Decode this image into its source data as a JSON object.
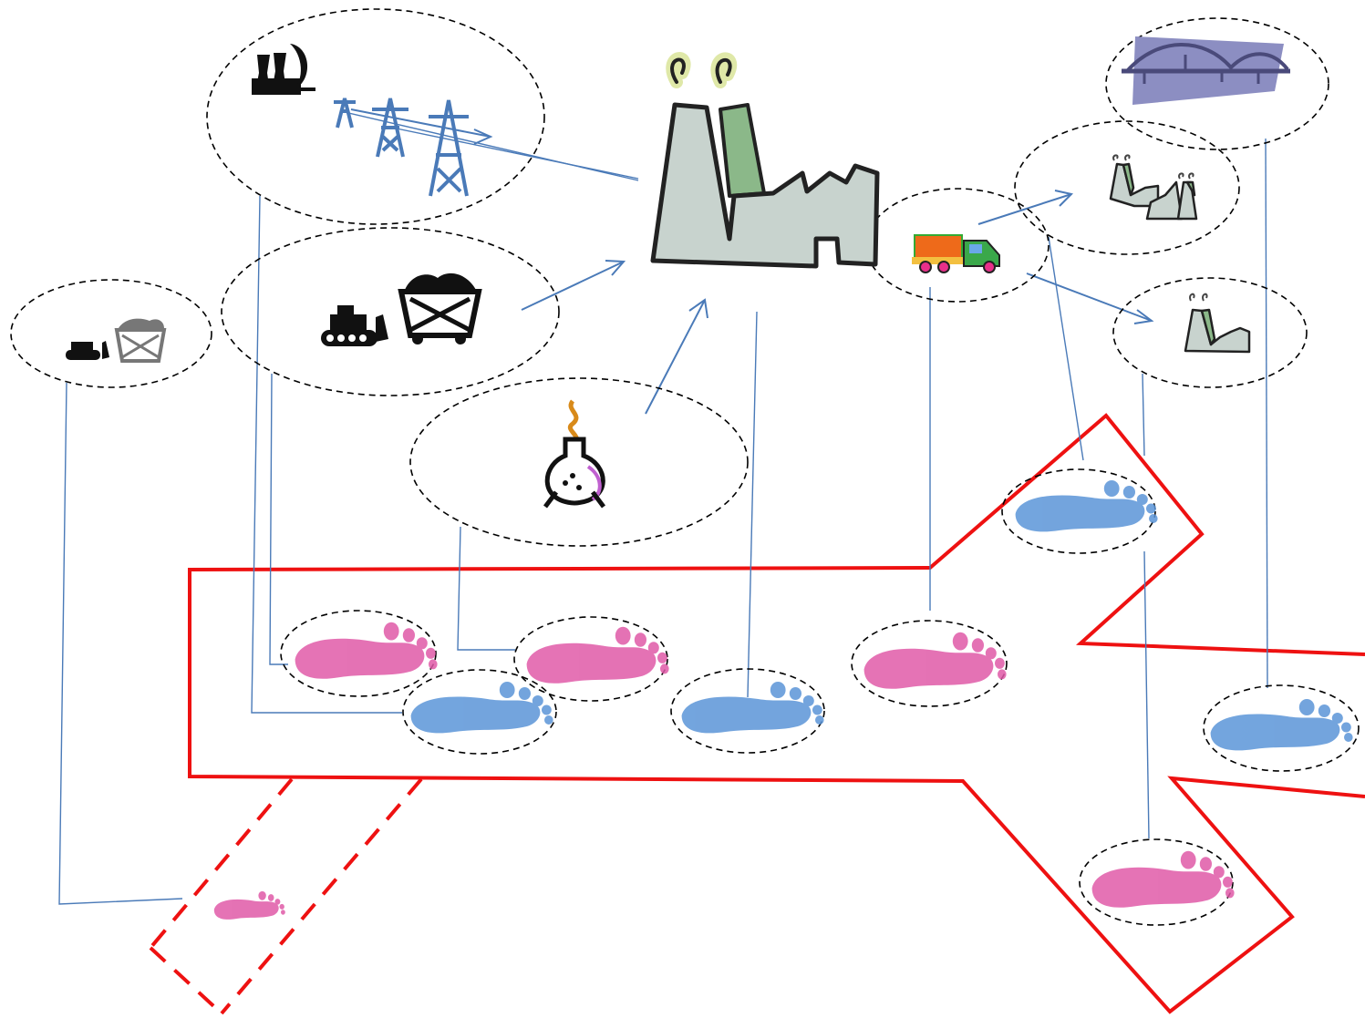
{
  "diagram": {
    "colors": {
      "boundary": "#ee1111",
      "connector": "#4a7ab8",
      "footprint_pink": "#e05aa8",
      "footprint_blue": "#5b95d8",
      "factory_fill": "#c8d3ce",
      "factory_green": "#8bb889",
      "smoke": "#dfe8a8",
      "bridge_bg": "#8c8ec2"
    },
    "nodes": [
      {
        "id": "power-plant",
        "icons": [
          "power-plant-icon",
          "power-pylons-icon"
        ]
      },
      {
        "id": "mining-large",
        "icons": [
          "bulldozer-icon",
          "coal-cart-icon"
        ]
      },
      {
        "id": "mining-small",
        "icons": [
          "bulldozer-icon",
          "coal-cart-icon"
        ]
      },
      {
        "id": "chemicals",
        "icons": [
          "chemical-flask-icon"
        ]
      },
      {
        "id": "factory",
        "icons": [
          "factory-icon"
        ]
      },
      {
        "id": "transport",
        "icons": [
          "truck-icon"
        ]
      },
      {
        "id": "customer-factories",
        "icons": [
          "factory-icon"
        ]
      },
      {
        "id": "customer-factory",
        "icons": [
          "factory-icon"
        ]
      },
      {
        "id": "infrastructure",
        "icons": [
          "bridge-icon"
        ]
      }
    ],
    "footprints": [
      {
        "id": "fp-power",
        "color": "pink"
      },
      {
        "id": "fp-mining",
        "color": "blue"
      },
      {
        "id": "fp-chemicals",
        "color": "pink"
      },
      {
        "id": "fp-factory",
        "color": "blue"
      },
      {
        "id": "fp-transport",
        "color": "pink"
      },
      {
        "id": "fp-customers",
        "color": "blue"
      },
      {
        "id": "fp-customer",
        "color": "pink"
      },
      {
        "id": "fp-infrastructure",
        "color": "blue"
      },
      {
        "id": "fp-upstream",
        "color": "pink"
      }
    ]
  }
}
